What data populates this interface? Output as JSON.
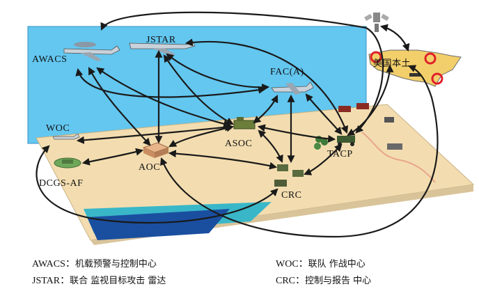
{
  "nodes": {
    "awacs": "AWACS",
    "jstar": "JSTAR",
    "faca": "FAC(A)",
    "woc": "WOC",
    "asoc": "ASOC",
    "tacp": "TACP",
    "aoc": "AOC",
    "dcgs": "DCGS-AF",
    "crc": "CRC",
    "usa": "美国本土"
  },
  "legend": [
    {
      "key": "AWACS：",
      "text": "机载预警与控制中心"
    },
    {
      "key": "WOC：",
      "text": "联队 作战中心"
    },
    {
      "key": "JSTAR：",
      "text": "联合 监视目标攻击 雷达"
    },
    {
      "key": "CRC：",
      "text": "控制与报告 中心"
    }
  ],
  "colors": {
    "sky": "#63c7f0",
    "ground": "#f3ddb0",
    "ground_side": "#d9c49a",
    "water_dark": "#1a4fa0",
    "water_light": "#39b7c8",
    "arrow": "#1a1a1a",
    "usa_land": "#f2cf6a",
    "usa_ring": "#e0202a"
  }
}
